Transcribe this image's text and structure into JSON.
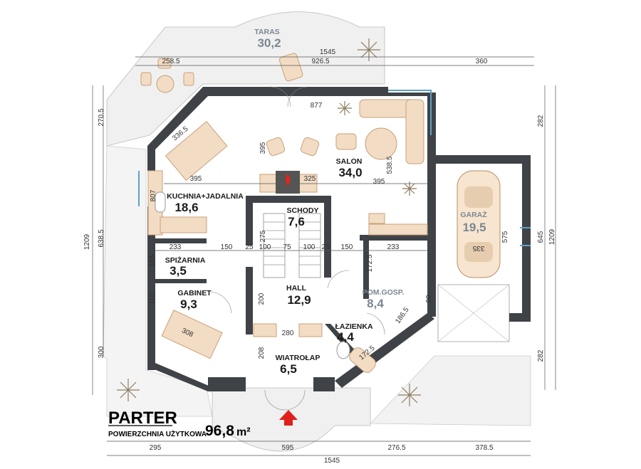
{
  "title": "PARTER",
  "subtitle": "POWIERZCHNIA UŻYTKOWA",
  "total_area": "96,8",
  "total_area_unit": "m²",
  "rooms": [
    {
      "name": "TARAS",
      "area": "30,2"
    },
    {
      "name": "SALON",
      "area": "34,0"
    },
    {
      "name": "KUCHNIA+JADALNIA",
      "area": "18,6"
    },
    {
      "name": "SCHODY",
      "area": "7,6"
    },
    {
      "name": "GARAŻ",
      "area": "19,5"
    },
    {
      "name": "SPIŻARNIA",
      "area": "3,5"
    },
    {
      "name": "HALL",
      "area": "12,9"
    },
    {
      "name": "GABINET",
      "area": "9,3"
    },
    {
      "name": "POM.GOSP.",
      "area": "8,4"
    },
    {
      "name": "ŁAZIENKA",
      "area": "4,4"
    },
    {
      "name": "WIATROŁAP",
      "area": "6,5"
    }
  ],
  "dims_top": [
    "1545",
    "258.5",
    "926.5",
    "360"
  ],
  "dims_interior": [
    "877",
    "336.5",
    "395",
    "395",
    "325",
    "395",
    "538.5",
    "807",
    "233",
    "150",
    "25",
    "100",
    "75",
    "100",
    "25",
    "150",
    "233",
    "335",
    "575",
    "155",
    "110",
    "200",
    "275",
    "280",
    "208",
    "172.5",
    "186.5",
    "90",
    "172.5",
    "308"
  ],
  "dims_left": [
    "270.5",
    "1209",
    "638.5",
    "300"
  ],
  "dims_right": [
    "282",
    "645",
    "1209",
    "282"
  ],
  "dims_bottom": [
    "295",
    "595",
    "276.5",
    "378.5",
    "1545"
  ],
  "colors": {
    "wall": "#3f4347",
    "furniture": "#f2dcc4",
    "arrow": "#e0201b",
    "terrace": "#f0f0f0"
  }
}
